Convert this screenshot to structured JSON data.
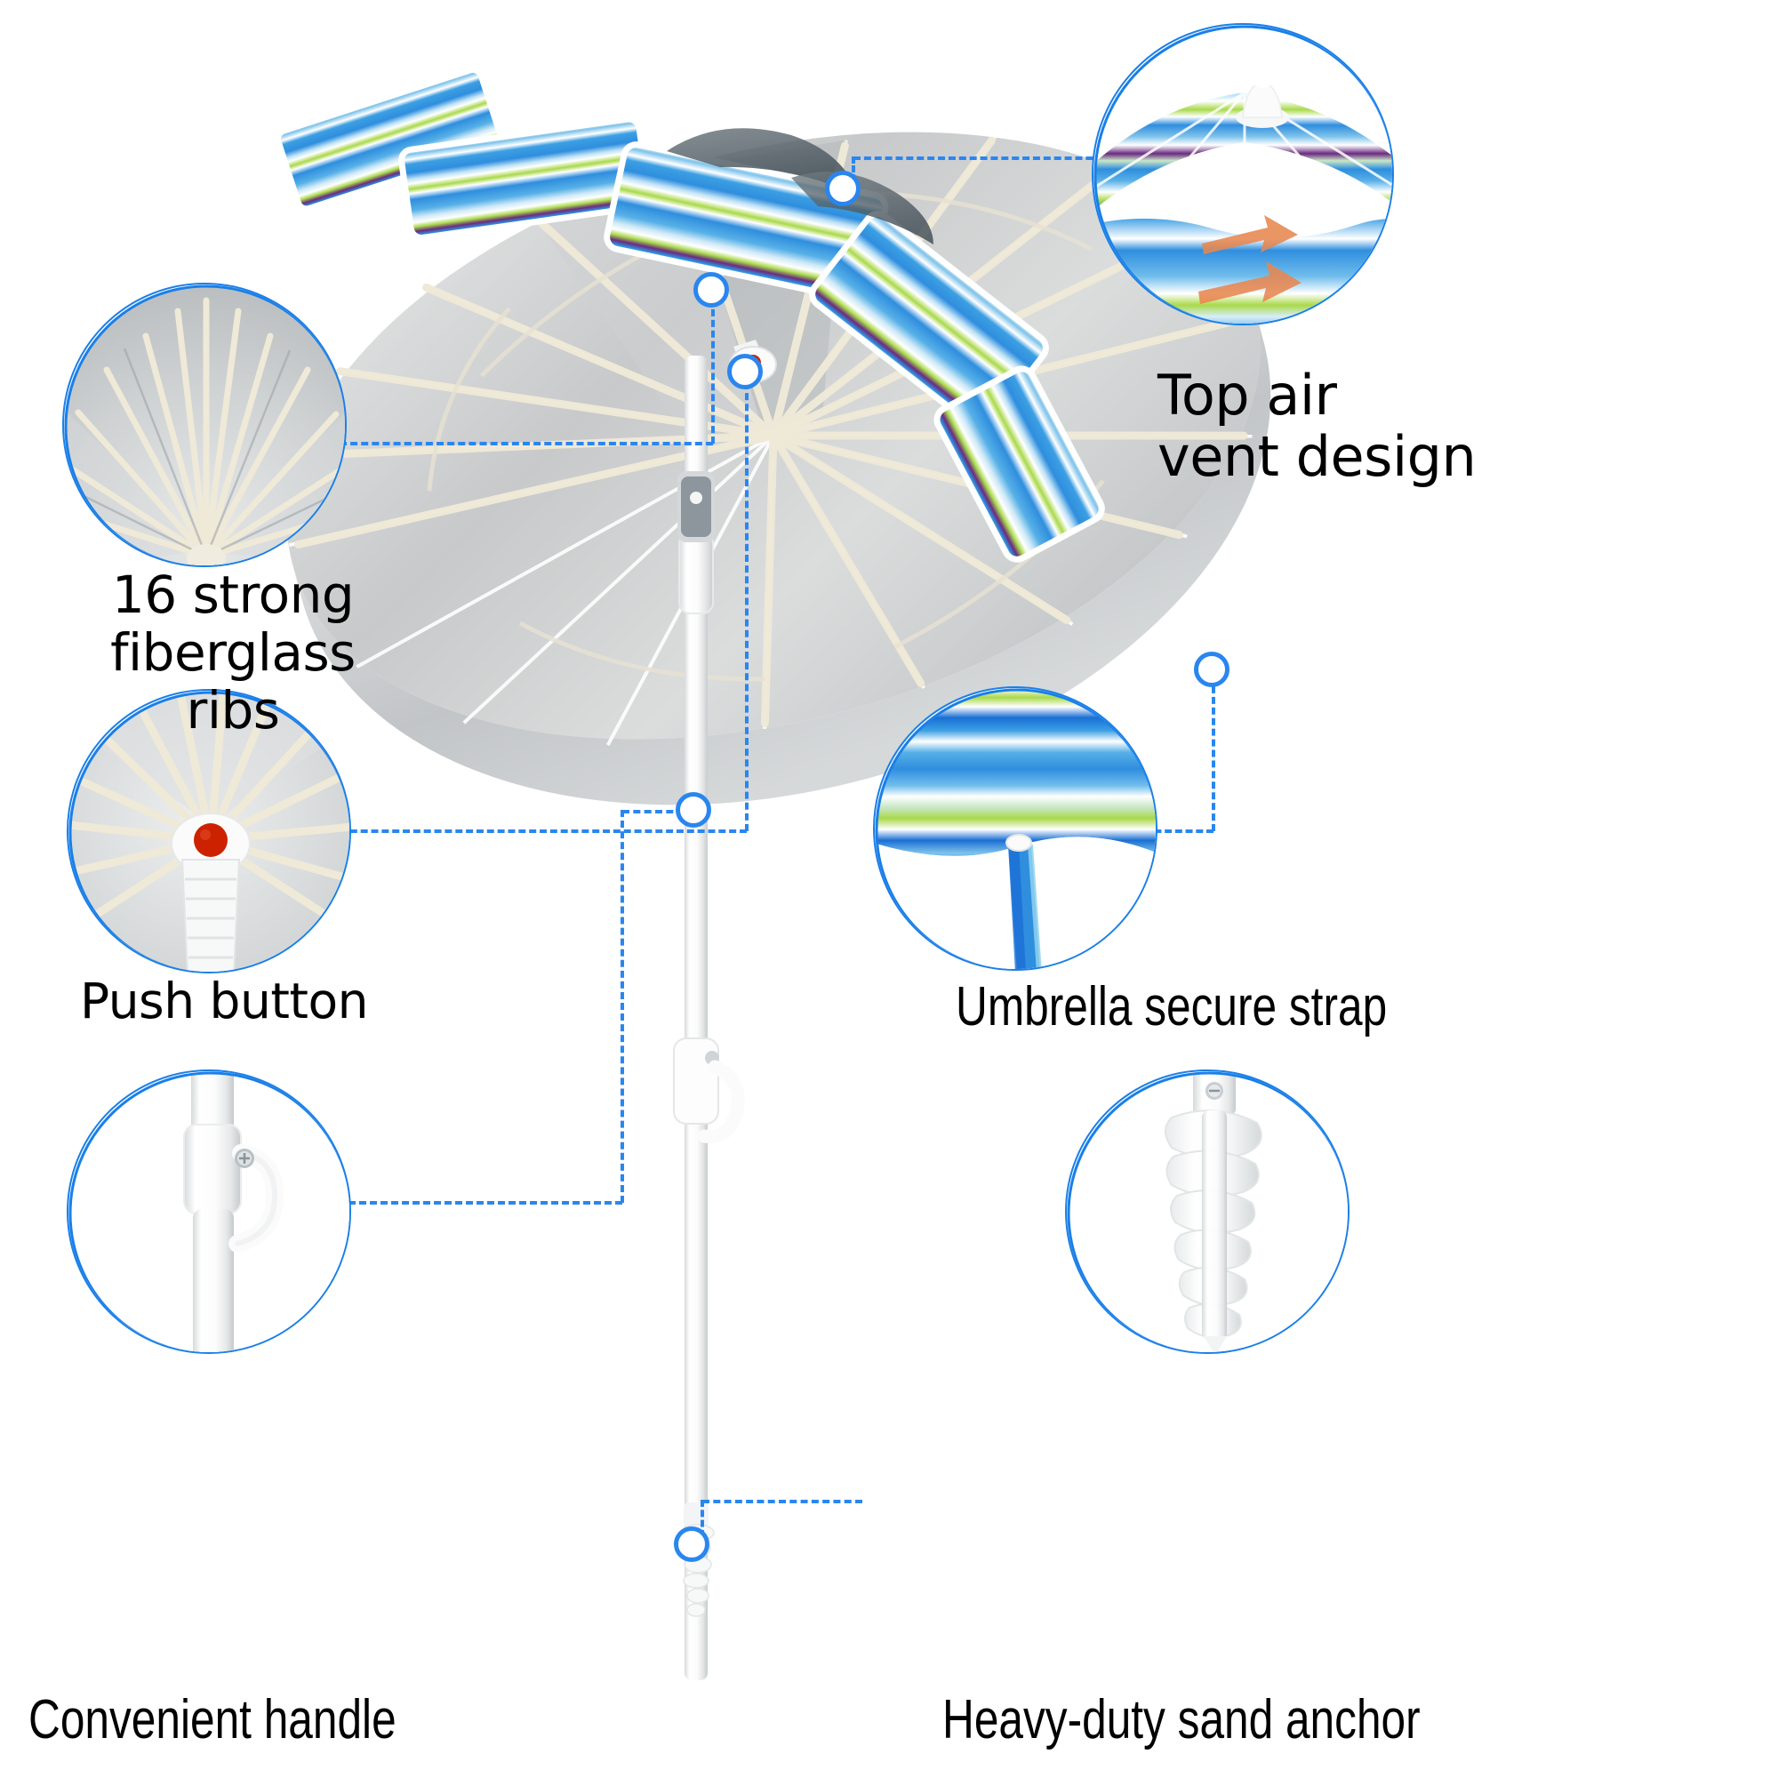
{
  "page": {
    "title": "Beach umbrella feature infographic",
    "background": "#ffffff",
    "accent_color": "#2a86ef",
    "text_color": "#000000"
  },
  "product": {
    "name": "Beach umbrella",
    "canopy_gray": "#c9cbcd",
    "canopy_white": "#f2f3f3",
    "stripe_colors": [
      "#1a6fd4",
      "#4aa8e8",
      "#8fd2ef",
      "#ffffff",
      "#a9d94a",
      "#7b2b8c",
      "#c9e7c7"
    ],
    "pole_color": "#ffffff",
    "rib_color": "#efe9d8",
    "button_color": "#cc2200",
    "arrow_color": "#e8874f"
  },
  "callouts": [
    {
      "id": "top-air-vent",
      "label": "Top air\nvent design",
      "label_style": "wide",
      "detail_kind": "vent-closeup",
      "marker_on_product": "canopy-top"
    },
    {
      "id": "fiberglass-ribs",
      "label": "16 strong\nfiberglass ribs",
      "label_style": "wide",
      "detail_kind": "ribs-underside",
      "marker_on_product": "canopy-underside"
    },
    {
      "id": "push-button",
      "label": "Push button",
      "label_style": "wide",
      "detail_kind": "hub-button",
      "marker_on_product": "hub"
    },
    {
      "id": "umbrella-secure-strap",
      "label": "Umbrella secure strap",
      "label_style": "narrow",
      "detail_kind": "strap-closeup",
      "marker_on_product": "canopy-edge-right"
    },
    {
      "id": "convenient-handle",
      "label": "Convenient handle",
      "label_style": "narrow",
      "detail_kind": "handle-closeup",
      "marker_on_product": "pole-handle"
    },
    {
      "id": "heavy-duty-sand-anchor",
      "label": "Heavy-duty sand anchor",
      "label_style": "narrow",
      "detail_kind": "anchor-closeup",
      "marker_on_product": "pole-bottom"
    }
  ]
}
